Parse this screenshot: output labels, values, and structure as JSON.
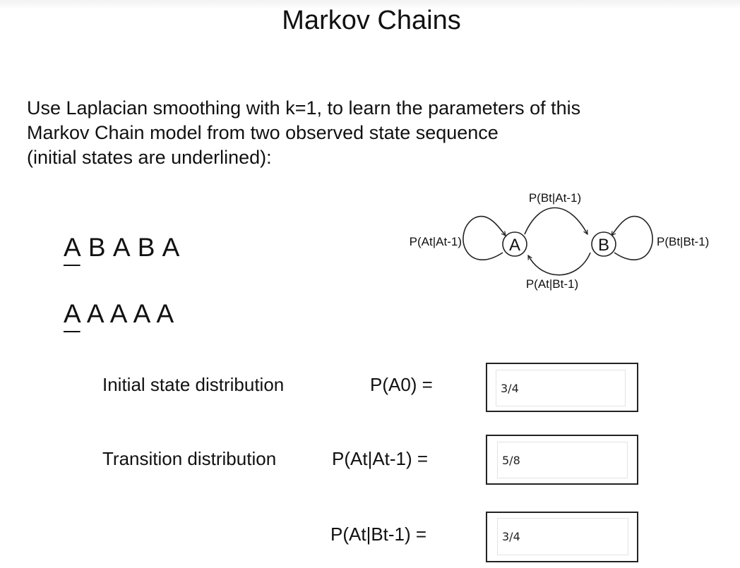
{
  "title": "Markov Chains",
  "instructions": {
    "line1": "Use Laplacian smoothing with k=1, to learn the parameters of this",
    "line2": "Markov Chain model from two observed state sequence",
    "line3": "(initial states are underlined):"
  },
  "sequences": [
    {
      "first": "A",
      "rest": " B A B A"
    },
    {
      "first": "A",
      "rest": " A A A A"
    }
  ],
  "diagram": {
    "state_a": "A",
    "state_b": "B",
    "p_at_at1": "P(At|At-1)",
    "p_bt_at1": "P(Bt|At-1)",
    "p_at_bt1": "P(At|Bt-1)",
    "p_bt_bt1": "P(Bt|Bt-1)"
  },
  "form": {
    "initial_label": "Initial state distribution",
    "p_a0_label": "P(A0) =",
    "p_a0_value": "3/4",
    "transition_label": "Transition distribution",
    "p_at_at1_label": "P(At|At-1) =",
    "p_at_at1_value": "5/8",
    "p_at_bt1_label": "P(At|Bt-1) =",
    "p_at_bt1_value": "3/4"
  }
}
